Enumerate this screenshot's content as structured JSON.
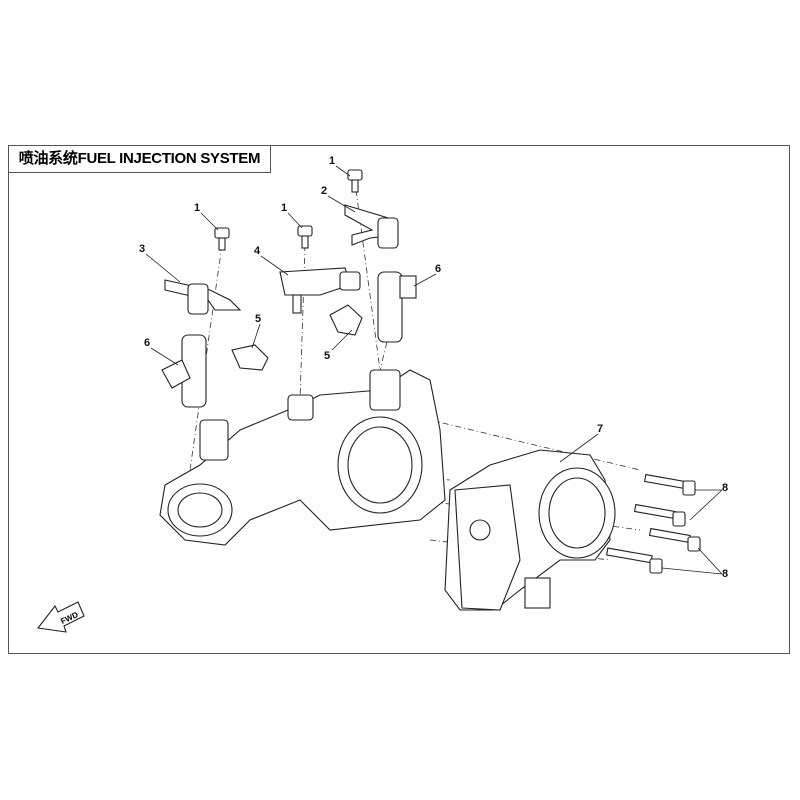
{
  "title": "喷油系统FUEL INJECTION SYSTEM",
  "fwd_label": "FWD",
  "callouts": [
    "1",
    "2",
    "1",
    "1",
    "3",
    "4",
    "6",
    "5",
    "5",
    "6",
    "7",
    "8",
    "8"
  ]
}
